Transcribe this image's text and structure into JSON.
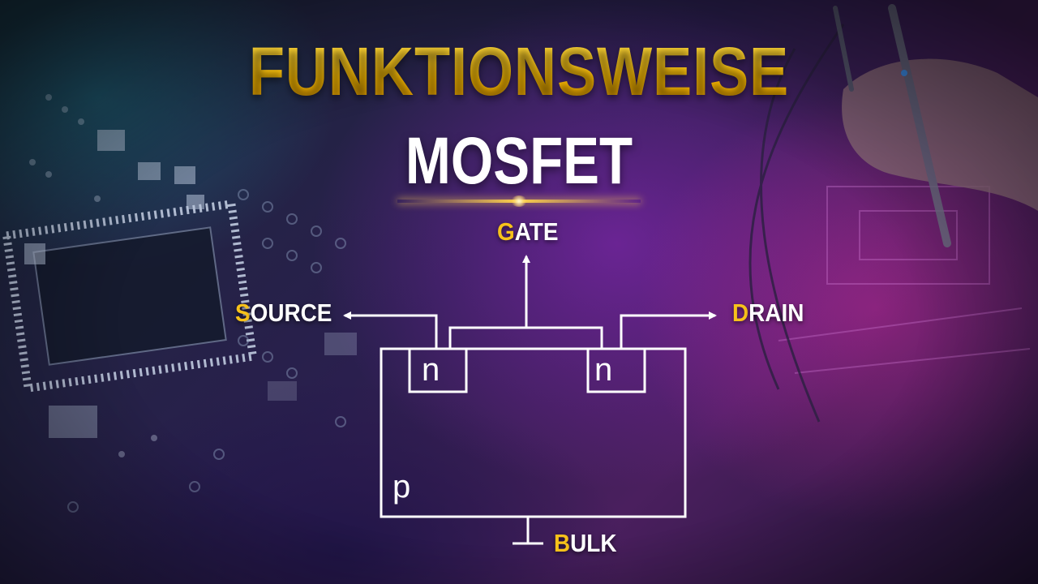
{
  "title": {
    "main": "FUNKTIONSWEISE",
    "sub": "MOSFET"
  },
  "terminals": {
    "gate": {
      "initial": "G",
      "rest": "ATE"
    },
    "source": {
      "initial": "S",
      "rest": "OURCE"
    },
    "drain": {
      "initial": "D",
      "rest": "RAIN"
    },
    "bulk": {
      "initial": "B",
      "rest": "ULK"
    }
  },
  "regions": {
    "n_left": "n",
    "n_right": "n",
    "substrate": "p"
  },
  "colors": {
    "accent": "#f7c21a",
    "diagram_stroke": "#ffffff",
    "text": "#ffffff"
  }
}
